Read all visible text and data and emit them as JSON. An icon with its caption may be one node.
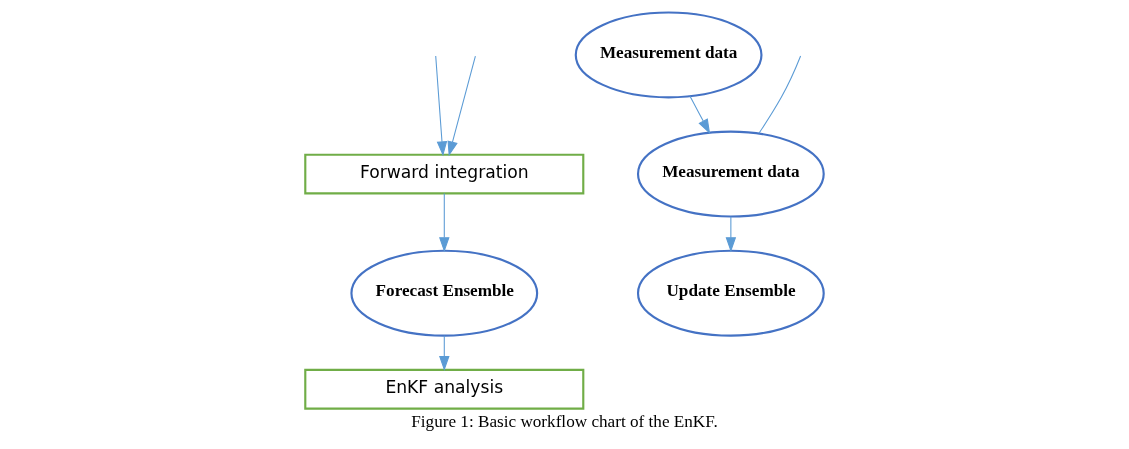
{
  "diagram": {
    "caption": "Figure 1: Basic workflow chart of the EnKF.",
    "nodes": [
      {
        "text": [
          "Forward integration"
        ]
      },
      {
        "text": [
          "Forecast Ensemble"
        ]
      },
      {
        "text": [
          "EnKF analysis"
        ]
      },
      {
        "text": [
          "Measurement data"
        ]
      },
      {
        "text": [
          "Measurement data"
        ]
      },
      {
        "text": [
          "Update Ensemble"
        ]
      }
    ],
    "edges": [
      {
        "from": null,
        "to": 0,
        "arrow": "to"
      },
      {
        "from": 0,
        "to": 1,
        "arrow": "to"
      },
      {
        "from": 1,
        "to": 2,
        "arrow": "to"
      },
      {
        "from": null,
        "to": 3,
        "arrow": "none"
      },
      {
        "from": 3,
        "to": 5,
        "arrow": "to"
      },
      {
        "from": 4,
        "to": 3,
        "arrow": "to"
      },
      {
        "from": null,
        "to": 0,
        "arrow": "to"
      }
    ]
  }
}
